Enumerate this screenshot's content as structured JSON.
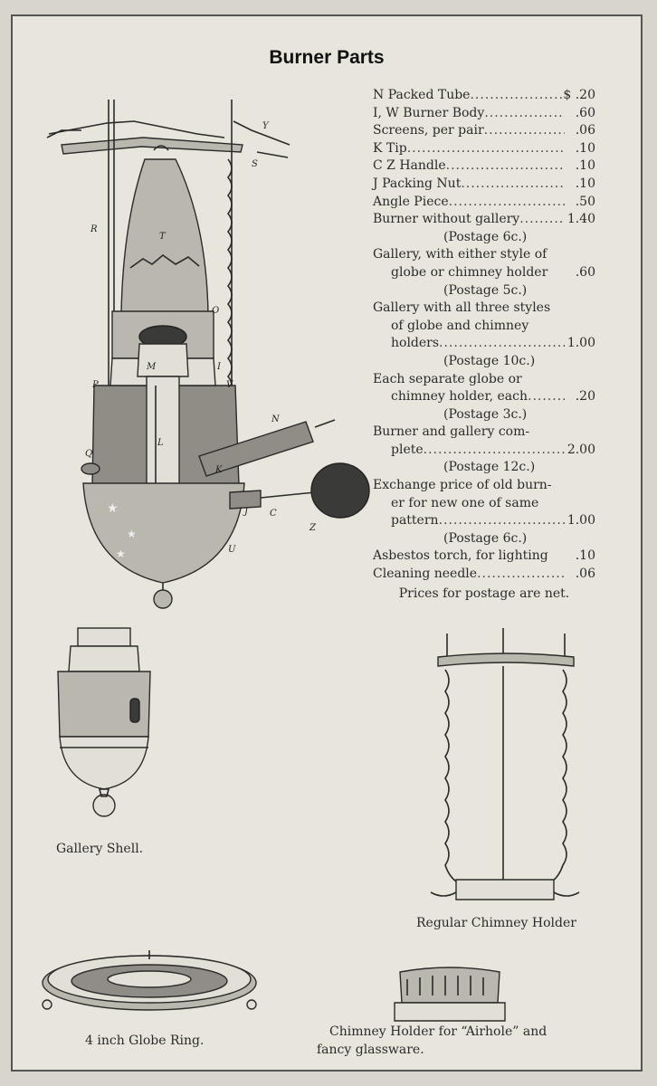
{
  "title": "Burner Parts",
  "items": [
    {
      "name": "N  Packed Tube",
      "price": "$ .20"
    },
    {
      "name": "I, W  Burner Body",
      "price": ".60"
    },
    {
      "name": "Screens, per pair",
      "price": ".06"
    },
    {
      "name": "K  Tip",
      "price": ".10"
    },
    {
      "name": "C Z Handle",
      "price": ".10"
    },
    {
      "name": "J  Packing Nut",
      "price": ".10"
    },
    {
      "name": "Angle Piece",
      "price": ".50"
    },
    {
      "name": "Burner without gallery",
      "price": "1.40"
    }
  ],
  "postage_6c": "(Postage 6c.)",
  "gallery_either": {
    "line1": "Gallery, with either style of",
    "line2": "globe or chimney holder",
    "price": ".60",
    "postage": "(Postage 5c.)"
  },
  "gallery_all": {
    "line1": "Gallery with all three styles",
    "line2": "of globe and chimney",
    "line3": "holders",
    "price": "1.00",
    "postage": "(Postage 10c.)"
  },
  "separate": {
    "line1": "Each separate globe or",
    "line2": "chimney holder, each",
    "price": ".20",
    "postage": "(Postage 3c.)"
  },
  "complete": {
    "line1": "Burner and gallery com-",
    "line2": "plete",
    "price": "2.00",
    "postage": "(Postage 12c.)"
  },
  "exchange": {
    "line1": "Exchange price of old burn-",
    "line2": "er for new one of same",
    "line3": "pattern",
    "price": "1.00",
    "postage": "(Postage 6c.)"
  },
  "asbestos": {
    "name": "Asbestos torch, for lighting",
    "price": ".10"
  },
  "needle": {
    "name": "Cleaning needle",
    "price": ".06"
  },
  "net_note": "Prices for postage are net.",
  "captions": {
    "gallery_shell": "Gallery Shell.",
    "chimney_holder": "Regular Chimney Holder",
    "globe_ring": "4 inch Globe Ring.",
    "airhole_line1": "Chimney Holder for “Airhole” and",
    "airhole_line2": "fancy glassware."
  },
  "diagram_labels": [
    "R",
    "T",
    "S",
    "Y",
    "O",
    "P",
    "M",
    "I",
    "V",
    "N",
    "Q",
    "L",
    "K",
    "J",
    "C",
    "Z",
    "U"
  ]
}
